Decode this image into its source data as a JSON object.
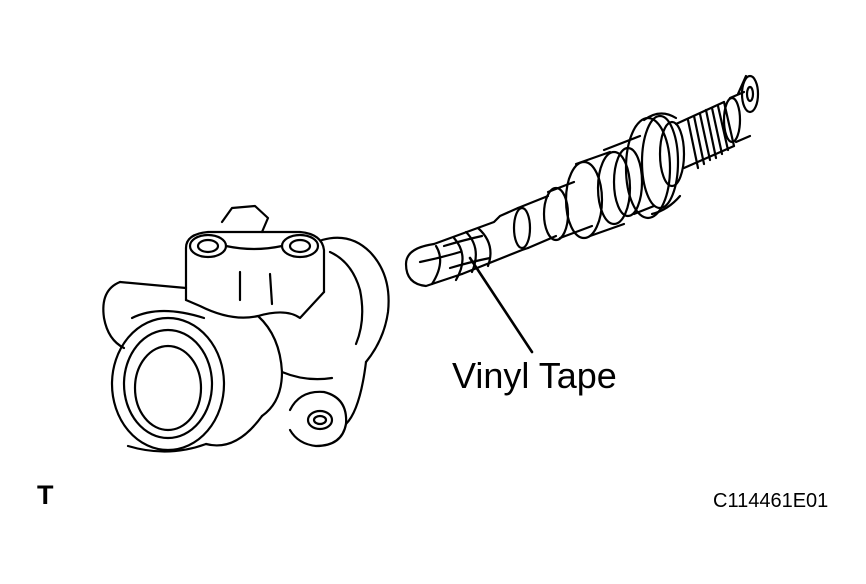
{
  "figure": {
    "callout_label": "Vinyl Tape",
    "corner_tag": "T",
    "figure_id": "C114461E01"
  },
  "parts": {
    "housing": "housing-drawing",
    "shaft": "shaft-drawing"
  },
  "colors": {
    "line": "#000000",
    "background": "#ffffff"
  }
}
